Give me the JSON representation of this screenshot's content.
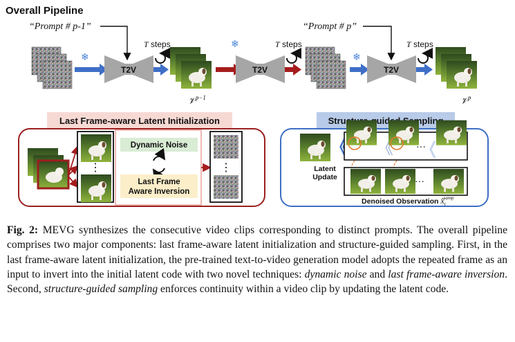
{
  "figure": {
    "title": "Overall Pipeline",
    "prompt_prev": "“Prompt # p-1”",
    "prompt_cur": "“Prompt # p”",
    "steps_label": "T steps",
    "model_label": "T2V",
    "video_prev_label": "𝒱",
    "video_prev_sup": "p−1",
    "video_cur_label": "𝒱",
    "video_cur_sup": "p",
    "lfi_title": "Last Frame-aware Latent Initialization",
    "dynamic_noise": "Dynamic Noise",
    "inversion_line1": "Last Frame",
    "inversion_line2": "Aware Inversion",
    "sgs_title": "Structure-guided Sampling",
    "latent_update_1": "Latent",
    "latent_update_2": "Update",
    "denoised_label": "Denoised Observation",
    "denoised_symbol": "x̂",
    "denoised_sub": "t",
    "denoised_sup": "samp",
    "ellipsis_h": "···",
    "ellipsis_v": "⋮",
    "colors": {
      "arrow_blue": "#3f6fc7",
      "arrow_red": "#a51d1d",
      "lfi_banner": "#f7d9d4",
      "sgs_banner": "#b8cbe8",
      "lfi_border": "#9c1f1f",
      "sgs_border": "#3d6fc4",
      "dynamic_noise_bg": "#d9ecd4",
      "inversion_bg": "#fbeec9",
      "model_grey": "#a6a6a6"
    }
  },
  "caption": {
    "label": "Fig. 2:",
    "part1": " MEVG synthesizes the consecutive video clips corresponding to distinct prompts. The overall pipeline comprises two major components: last frame-aware latent initialization and structure-guided sampling. First, in the last frame-aware latent initialization, the pre-trained text-to-video generation model adopts the repeated frame as an input to invert into the initial latent code with two novel techniques: ",
    "em1": "dynamic noise",
    "part2": " and ",
    "em2": "last frame-aware inversion",
    "part3": ". Second, ",
    "em3": "structure-guided sampling",
    "part4": " enforces continuity within a video clip by updating the latent code."
  }
}
